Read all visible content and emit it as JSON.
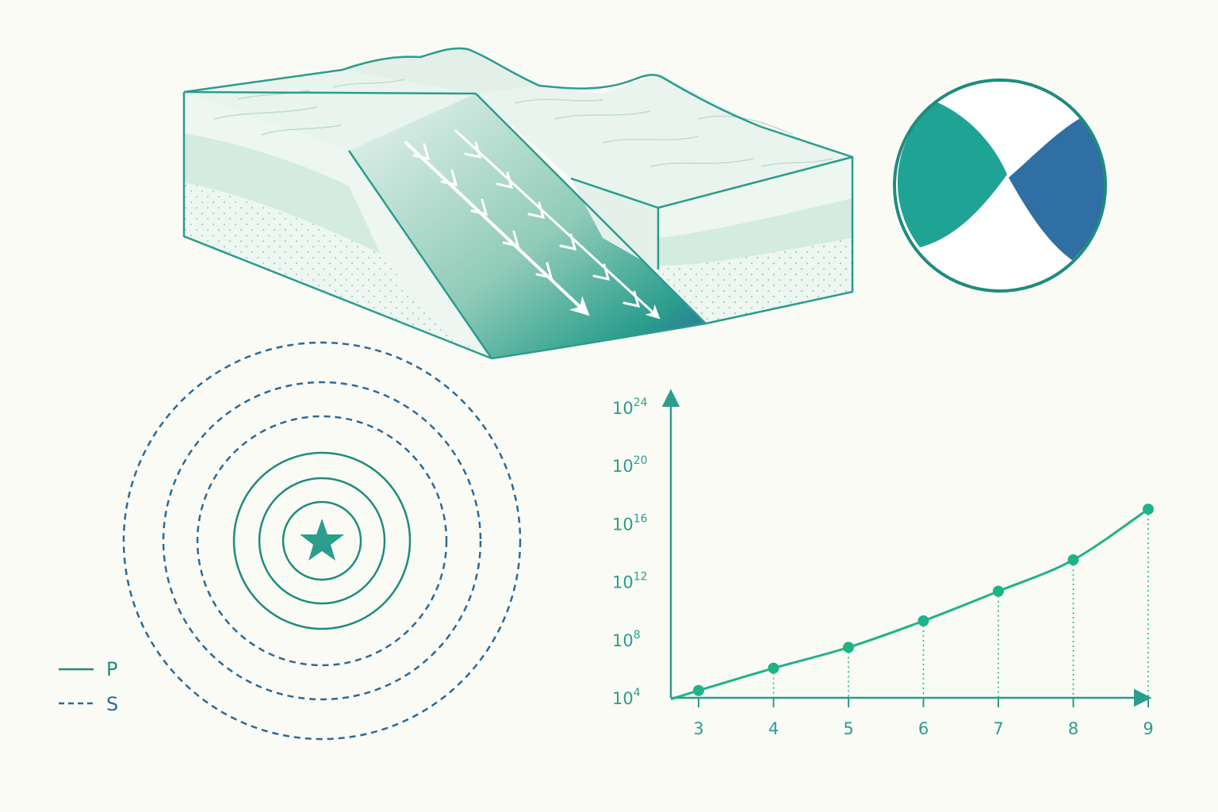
{
  "colors": {
    "background": "#fbfbf6",
    "teal": "#2a9d8c",
    "teal_dark": "#1f8c7d",
    "blue": "#2f6fa0",
    "blue_dark": "#2d6a95",
    "green": "#1eb388",
    "block_light": "#e6f2ec",
    "block_mid": "#cfe6dd"
  },
  "icons": {
    "focal_mechanism": "beachball-icon",
    "epicenter": "star-icon"
  },
  "legend": {
    "p_label": "P",
    "s_label": "S"
  },
  "chart_data": {
    "type": "line",
    "title": "",
    "xlabel": "",
    "ylabel": "",
    "y_scale": "log",
    "x": [
      3,
      4,
      5,
      6,
      7,
      8,
      9
    ],
    "x_tick_labels": [
      "3",
      "4",
      "5",
      "6",
      "7",
      "8",
      "9"
    ],
    "series": [
      {
        "values": [
          32000.0,
          1100000.0,
          30000000.0,
          2000000000.0,
          220000000000.0,
          32000000000000.0,
          1e+17
        ]
      }
    ],
    "y_ticks": [
      {
        "base": "10",
        "exp": "4",
        "value": 10000.0
      },
      {
        "base": "10",
        "exp": "8",
        "value": 100000000.0
      },
      {
        "base": "10",
        "exp": "12",
        "value": 1000000000000.0
      },
      {
        "base": "10",
        "exp": "16",
        "value": 1e+16
      },
      {
        "base": "10",
        "exp": "20",
        "value": 1e+20
      },
      {
        "base": "10",
        "exp": "24",
        "value": 1e+24
      }
    ],
    "grid": false
  }
}
